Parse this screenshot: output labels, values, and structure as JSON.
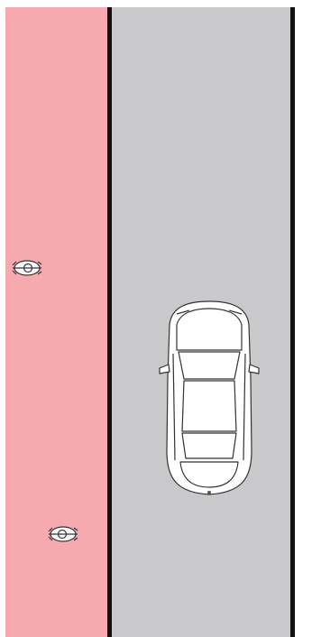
{
  "scene": {
    "lanes": [
      {
        "name": "bike-lane",
        "color": "#f7a9b0"
      },
      {
        "name": "car-lane",
        "color": "#c9c9cb"
      }
    ],
    "divider_color": "#111111",
    "vehicles": [
      {
        "name": "car",
        "icon": "car-top-view-icon"
      },
      {
        "name": "cyclist-upper",
        "icon": "cyclist-icon"
      },
      {
        "name": "cyclist-lower",
        "icon": "cyclist-icon"
      }
    ]
  }
}
